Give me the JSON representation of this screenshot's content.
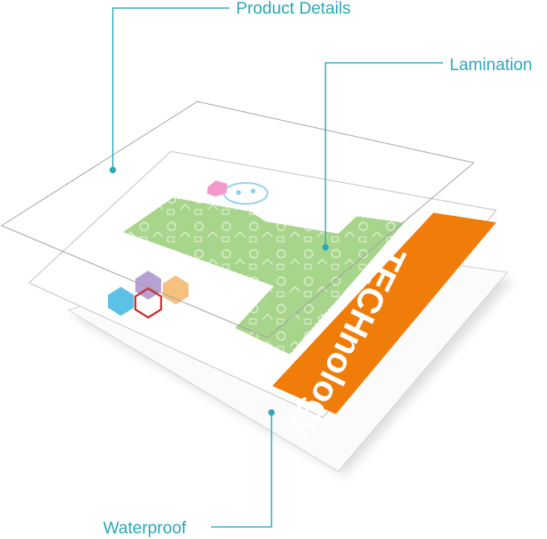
{
  "callouts": {
    "product_details": "Product Details",
    "lamination": "Lamination",
    "waterproof": "Waterproof"
  },
  "poster": {
    "title": "TECHnology"
  },
  "colors": {
    "accent": "#2aa8b8",
    "banner": "#f07d0a",
    "green_panel": "#a8d58c",
    "hex_blue": "#5bc1e6",
    "hex_purple": "#b6a1d4",
    "hex_orange": "#f6c07f",
    "hex_outline": "#c9302c",
    "flask_pink": "#f29ac9",
    "flask_blue": "#8fd0ea"
  }
}
